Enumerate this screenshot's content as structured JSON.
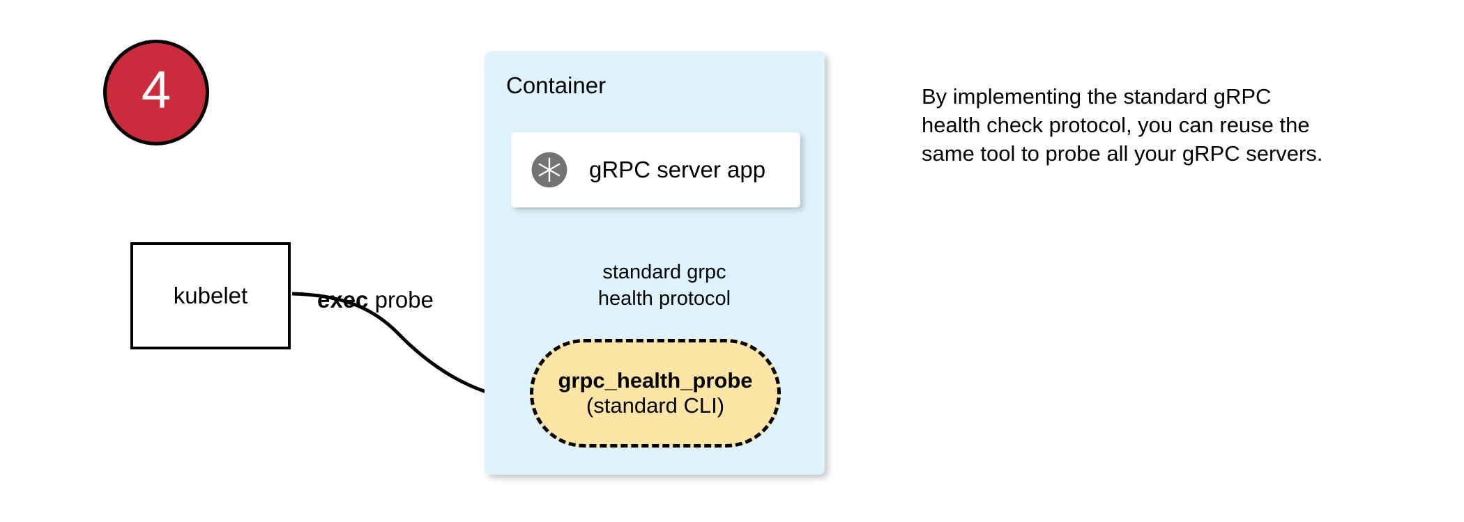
{
  "diagram": {
    "type": "architecture-flow",
    "background": "#ffffff",
    "step_badge": {
      "number": "4",
      "fill": "#CB2B3B",
      "text_color": "#ffffff",
      "stroke": "#000000"
    },
    "kubelet": {
      "label": "kubelet",
      "fill": "#ffffff",
      "stroke": "#000000"
    },
    "edges": {
      "exec_probe": {
        "label_bold": "exec",
        "label_rest": " probe",
        "from": "kubelet",
        "to": "grpc_health_probe"
      },
      "health_protocol": {
        "line1": "standard grpc",
        "line2": "health protocol",
        "from": "grpc_health_probe",
        "to": "grpc_server_app"
      }
    },
    "container": {
      "title": "Container",
      "fill": "#DEF3FC",
      "server_app": {
        "label": "gRPC server app",
        "icon": "aperture-icon",
        "icon_color": "#737373",
        "fill": "#ffffff"
      },
      "health_probe": {
        "line1": "grpc_health_probe",
        "line2": "(standard CLI)",
        "fill": "#FCE5A5",
        "stroke": "#000000",
        "stroke_style": "dashed"
      }
    },
    "note": {
      "text": "By implementing the standard gRPC health check protocol, you can reuse the same tool to probe all your gRPC servers."
    }
  }
}
